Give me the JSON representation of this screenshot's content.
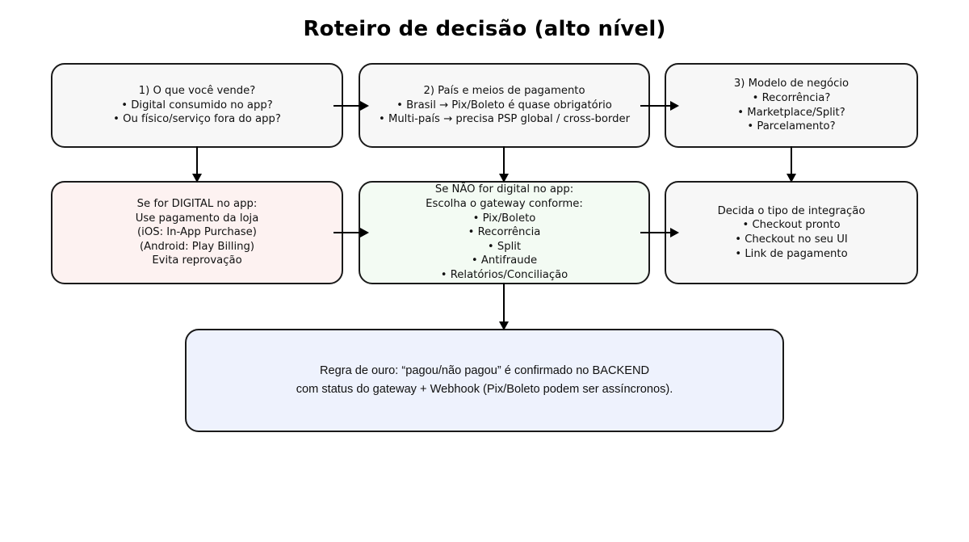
{
  "diagram": {
    "title": "Roteiro de decisão (alto nível)",
    "type": "flowchart",
    "nodes": {
      "r1c1": "1) O que você vende?\n• Digital consumido no app?\n• Ou físico/serviço fora do app?",
      "r1c2": "2) País e meios de pagamento\n• Brasil → Pix/Boleto é quase obrigatório\n• Multi-país → precisa PSP global / cross-border",
      "r1c3": "3) Modelo de negócio\n• Recorrência?\n• Marketplace/Split?\n• Parcelamento?",
      "r2c1": "Se for DIGITAL no app:\nUse pagamento da loja\n(iOS: In-App Purchase)\n(Android: Play Billing)\nEvita reprovação",
      "r2c2": "Se NÃO for digital no app:\nEscolha o gateway conforme:\n• Pix/Boleto\n• Recorrência\n• Split\n• Antifraude\n• Relatórios/Conciliação",
      "r2c3": "Decida o tipo de integração\n• Checkout pronto\n• Checkout no seu UI\n• Link de pagamento",
      "r3c1": "Regra de ouro: “pagou/não pagou” é confirmado no BACKEND\ncom status do gateway + Webhook (Pix/Boleto podem ser assíncronos)."
    },
    "colors": {
      "fill_grey": "#f7f7f7",
      "fill_pink": "#fdf2f1",
      "fill_green": "#f3fbf3",
      "fill_blue": "#eef2fd",
      "stroke": "#1a1a1a",
      "arrow": "#000000",
      "text": "#111111",
      "background": "#ffffff"
    }
  }
}
